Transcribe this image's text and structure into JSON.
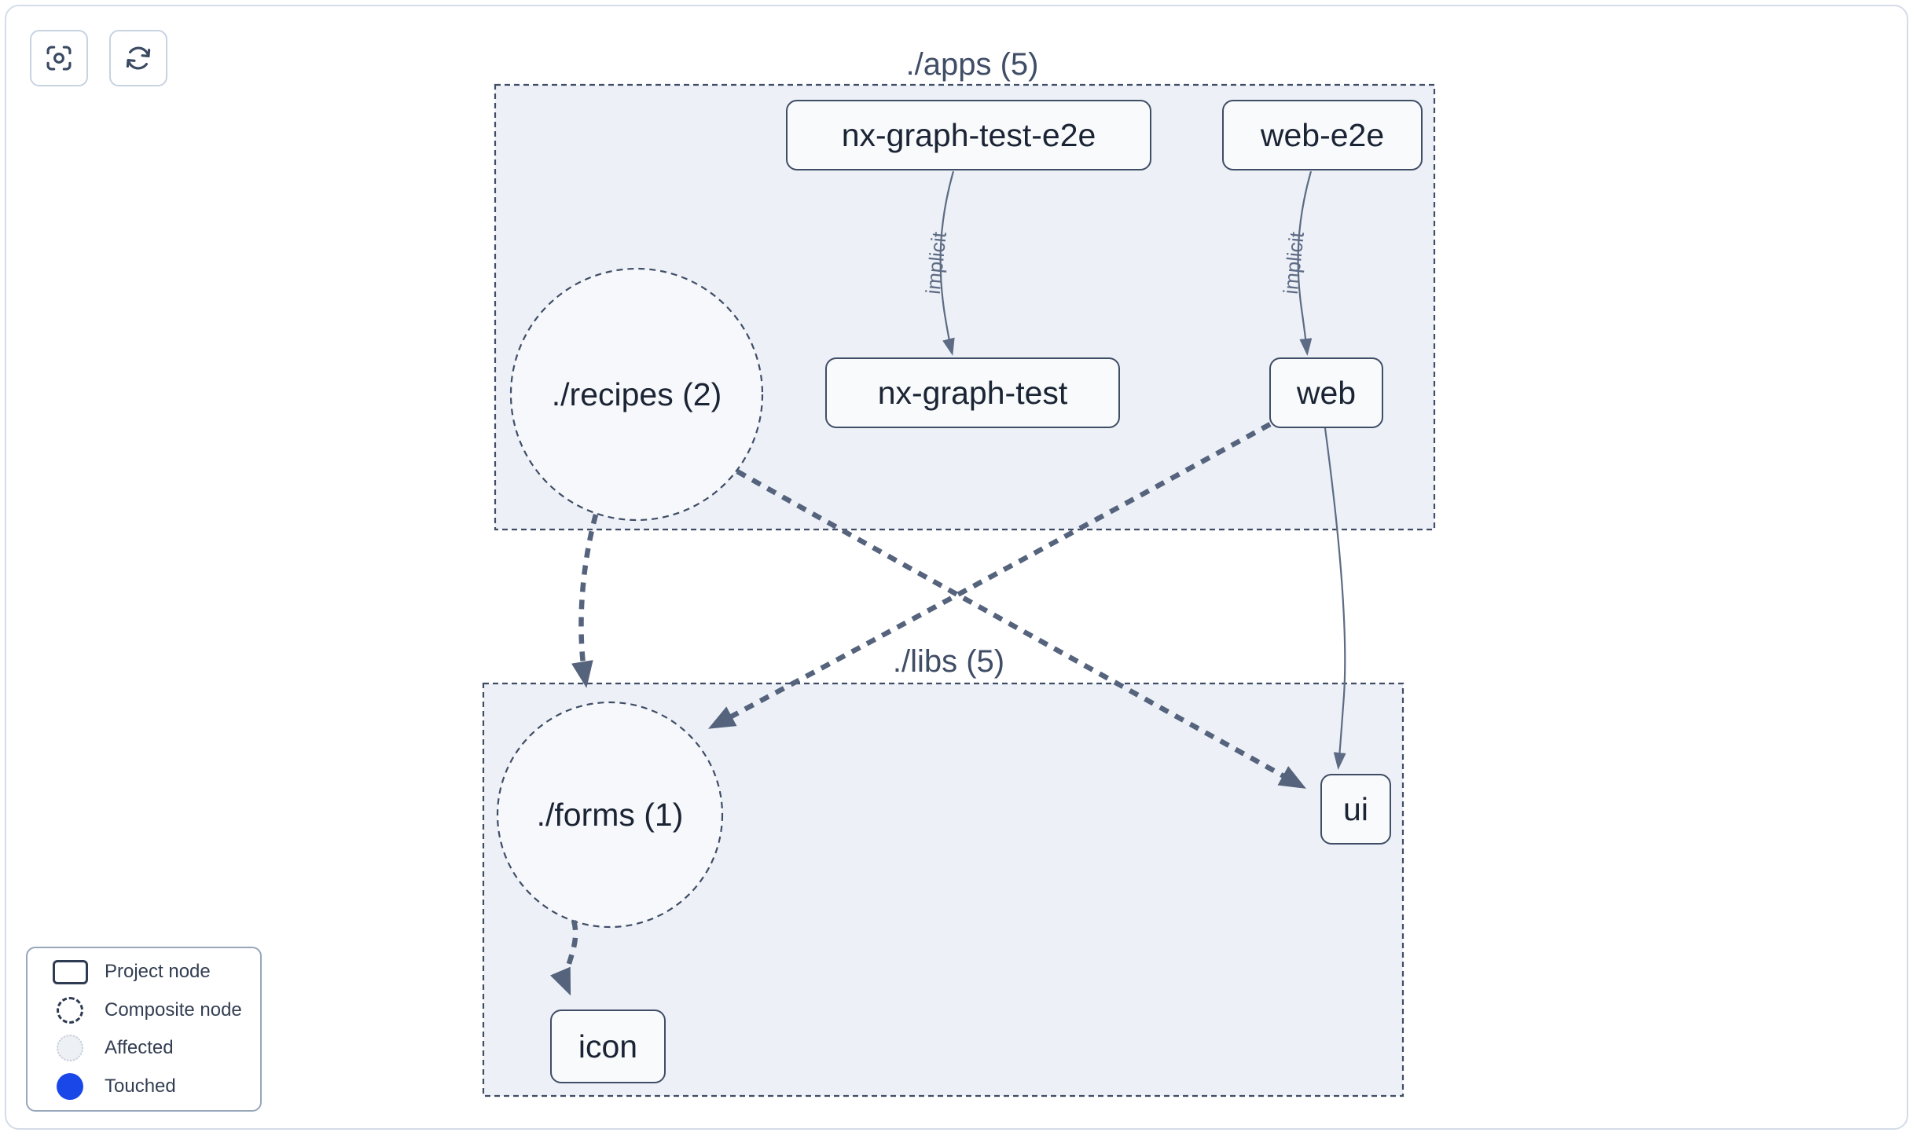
{
  "toolbar": {
    "buttons": [
      {
        "id": "focus",
        "icon": "focus-center-icon"
      },
      {
        "id": "refresh",
        "icon": "refresh-icon"
      }
    ]
  },
  "graph": {
    "groups": [
      {
        "id": "apps",
        "label": "./apps (5)"
      },
      {
        "id": "libs",
        "label": "./libs (5)"
      }
    ],
    "project_nodes": [
      {
        "id": "nx-graph-test-e2e",
        "label": "nx-graph-test-e2e",
        "group": "apps"
      },
      {
        "id": "web-e2e",
        "label": "web-e2e",
        "group": "apps"
      },
      {
        "id": "nx-graph-test",
        "label": "nx-graph-test",
        "group": "apps"
      },
      {
        "id": "web",
        "label": "web",
        "group": "apps"
      },
      {
        "id": "ui",
        "label": "ui",
        "group": "libs"
      },
      {
        "id": "icon",
        "label": "icon",
        "group": "libs"
      }
    ],
    "composite_nodes": [
      {
        "id": "recipes",
        "label": "./recipes (2)",
        "group": "apps"
      },
      {
        "id": "forms",
        "label": "./forms (1)",
        "group": "libs"
      }
    ],
    "edges": [
      {
        "from": "nx-graph-test-e2e",
        "to": "nx-graph-test",
        "style": "thin-solid",
        "label": "implicit"
      },
      {
        "from": "web-e2e",
        "to": "web",
        "style": "thin-solid",
        "label": "implicit"
      },
      {
        "from": "web",
        "to": "ui",
        "style": "thin-solid",
        "label": ""
      },
      {
        "from": "recipes",
        "to": "forms",
        "style": "thick-dashed",
        "label": ""
      },
      {
        "from": "recipes",
        "to": "ui",
        "style": "thick-dashed",
        "label": ""
      },
      {
        "from": "web",
        "to": "forms",
        "style": "thick-dashed",
        "label": ""
      },
      {
        "from": "forms",
        "to": "icon",
        "style": "thick-dashed",
        "label": ""
      }
    ]
  },
  "legend": {
    "items": [
      {
        "swatch": "project-node",
        "label": "Project node"
      },
      {
        "swatch": "composite-node",
        "label": "Composite node"
      },
      {
        "swatch": "affected",
        "label": "Affected"
      },
      {
        "swatch": "touched",
        "label": "Touched"
      }
    ]
  },
  "colors": {
    "group_fill": "#edf1f7",
    "node_fill": "#f8fafc",
    "stroke_dark": "#404d66",
    "edge_thick": "#55637d",
    "edge_thin": "#5d6b84",
    "touched_blue": "#1a47e8",
    "affected_fill": "#edf0f5"
  }
}
